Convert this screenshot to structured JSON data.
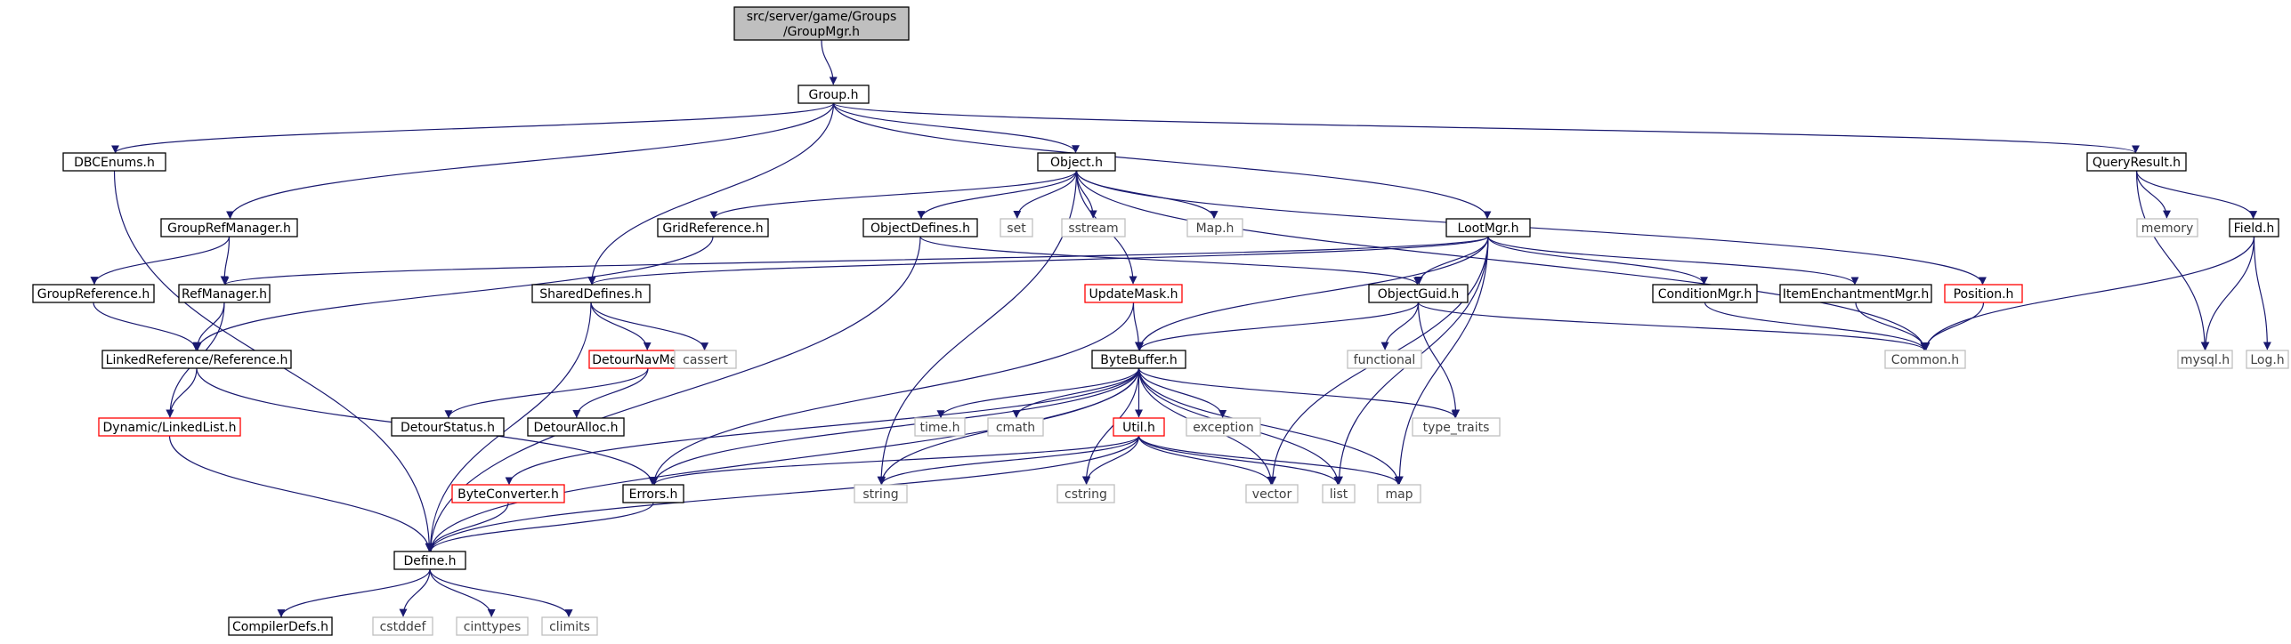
{
  "graph": {
    "colors": {
      "edge": "#191970",
      "node_border": "#000000",
      "node_border_incomplete": "#ff0000",
      "node_border_system": "#bfbfbf",
      "root_fill": "#bfbfbf",
      "text": "#000000",
      "text_system": "#404040"
    },
    "nodes": [
      {
        "id": "groupmgr",
        "lines": [
          "src/server/game/Groups",
          "/GroupMgr.h"
        ],
        "kind": "root"
      },
      {
        "id": "group",
        "lines": [
          "Group.h"
        ],
        "kind": "local"
      },
      {
        "id": "dbcenums",
        "lines": [
          "DBCEnums.h"
        ],
        "kind": "local"
      },
      {
        "id": "object",
        "lines": [
          "Object.h"
        ],
        "kind": "local"
      },
      {
        "id": "queryresult",
        "lines": [
          "QueryResult.h"
        ],
        "kind": "local"
      },
      {
        "id": "grouprefmanager",
        "lines": [
          "GroupRefManager.h"
        ],
        "kind": "local"
      },
      {
        "id": "gridreference",
        "lines": [
          "GridReference.h"
        ],
        "kind": "local"
      },
      {
        "id": "objectdefines",
        "lines": [
          "ObjectDefines.h"
        ],
        "kind": "local"
      },
      {
        "id": "set",
        "lines": [
          "set"
        ],
        "kind": "system"
      },
      {
        "id": "sstream",
        "lines": [
          "sstream"
        ],
        "kind": "system"
      },
      {
        "id": "map_h",
        "lines": [
          "Map.h"
        ],
        "kind": "system"
      },
      {
        "id": "lootmgr",
        "lines": [
          "LootMgr.h"
        ],
        "kind": "local"
      },
      {
        "id": "memory",
        "lines": [
          "memory"
        ],
        "kind": "system"
      },
      {
        "id": "field",
        "lines": [
          "Field.h"
        ],
        "kind": "local"
      },
      {
        "id": "groupreference",
        "lines": [
          "GroupReference.h"
        ],
        "kind": "local"
      },
      {
        "id": "refmanager",
        "lines": [
          "RefManager.h"
        ],
        "kind": "local"
      },
      {
        "id": "shareddefines",
        "lines": [
          "SharedDefines.h"
        ],
        "kind": "local"
      },
      {
        "id": "updatemask",
        "lines": [
          "UpdateMask.h"
        ],
        "kind": "incomplete"
      },
      {
        "id": "objectguid",
        "lines": [
          "ObjectGuid.h"
        ],
        "kind": "local"
      },
      {
        "id": "conditionmgr",
        "lines": [
          "ConditionMgr.h"
        ],
        "kind": "local"
      },
      {
        "id": "itemenchantmentmgr",
        "lines": [
          "ItemEnchantmentMgr.h"
        ],
        "kind": "local"
      },
      {
        "id": "position",
        "lines": [
          "Position.h"
        ],
        "kind": "incomplete"
      },
      {
        "id": "mysql",
        "lines": [
          "mysql.h"
        ],
        "kind": "system"
      },
      {
        "id": "log",
        "lines": [
          "Log.h"
        ],
        "kind": "system"
      },
      {
        "id": "linkedreference",
        "lines": [
          "LinkedReference/Reference.h"
        ],
        "kind": "local"
      },
      {
        "id": "detournavmesh",
        "lines": [
          "DetourNavMesh.h"
        ],
        "kind": "incomplete"
      },
      {
        "id": "cassert",
        "lines": [
          "cassert"
        ],
        "kind": "system"
      },
      {
        "id": "functional",
        "lines": [
          "functional"
        ],
        "kind": "system"
      },
      {
        "id": "bytebuffer",
        "lines": [
          "ByteBuffer.h"
        ],
        "kind": "local"
      },
      {
        "id": "common",
        "lines": [
          "Common.h"
        ],
        "kind": "system"
      },
      {
        "id": "dynamiclinkedlist",
        "lines": [
          "Dynamic/LinkedList.h"
        ],
        "kind": "incomplete"
      },
      {
        "id": "detourstatus",
        "lines": [
          "DetourStatus.h"
        ],
        "kind": "local"
      },
      {
        "id": "detouralloc",
        "lines": [
          "DetourAlloc.h"
        ],
        "kind": "local"
      },
      {
        "id": "time",
        "lines": [
          "time.h"
        ],
        "kind": "system"
      },
      {
        "id": "cmath",
        "lines": [
          "cmath"
        ],
        "kind": "system"
      },
      {
        "id": "util",
        "lines": [
          "Util.h"
        ],
        "kind": "incomplete"
      },
      {
        "id": "exception",
        "lines": [
          "exception"
        ],
        "kind": "system"
      },
      {
        "id": "type_traits",
        "lines": [
          "type_traits"
        ],
        "kind": "system"
      },
      {
        "id": "byteconverter",
        "lines": [
          "ByteConverter.h"
        ],
        "kind": "incomplete"
      },
      {
        "id": "errors",
        "lines": [
          "Errors.h"
        ],
        "kind": "local"
      },
      {
        "id": "string",
        "lines": [
          "string"
        ],
        "kind": "system"
      },
      {
        "id": "cstring",
        "lines": [
          "cstring"
        ],
        "kind": "system"
      },
      {
        "id": "vector",
        "lines": [
          "vector"
        ],
        "kind": "system"
      },
      {
        "id": "list",
        "lines": [
          "list"
        ],
        "kind": "system"
      },
      {
        "id": "map",
        "lines": [
          "map"
        ],
        "kind": "system"
      },
      {
        "id": "define",
        "lines": [
          "Define.h"
        ],
        "kind": "local"
      },
      {
        "id": "compilerdefs",
        "lines": [
          "CompilerDefs.h"
        ],
        "kind": "local"
      },
      {
        "id": "cstddef",
        "lines": [
          "cstddef"
        ],
        "kind": "system"
      },
      {
        "id": "cinttypes",
        "lines": [
          "cinttypes"
        ],
        "kind": "system"
      },
      {
        "id": "climits",
        "lines": [
          "climits"
        ],
        "kind": "system"
      }
    ],
    "edges": [
      [
        "groupmgr",
        "group"
      ],
      [
        "group",
        "dbcenums"
      ],
      [
        "group",
        "grouprefmanager"
      ],
      [
        "group",
        "shareddefines"
      ],
      [
        "group",
        "object"
      ],
      [
        "group",
        "lootmgr"
      ],
      [
        "group",
        "queryresult"
      ],
      [
        "dbcenums",
        "define"
      ],
      [
        "grouprefmanager",
        "groupreference"
      ],
      [
        "grouprefmanager",
        "refmanager"
      ],
      [
        "groupreference",
        "linkedreference"
      ],
      [
        "refmanager",
        "linkedreference"
      ],
      [
        "refmanager",
        "dynamiclinkedlist"
      ],
      [
        "linkedreference",
        "dynamiclinkedlist"
      ],
      [
        "linkedreference",
        "errors"
      ],
      [
        "dynamiclinkedlist",
        "define"
      ],
      [
        "object",
        "gridreference"
      ],
      [
        "object",
        "objectdefines"
      ],
      [
        "object",
        "set"
      ],
      [
        "object",
        "sstream"
      ],
      [
        "object",
        "map_h"
      ],
      [
        "object",
        "updatemask"
      ],
      [
        "object",
        "string"
      ],
      [
        "object",
        "position"
      ],
      [
        "object",
        "common"
      ],
      [
        "gridreference",
        "linkedreference"
      ],
      [
        "objectdefines",
        "objectguid"
      ],
      [
        "objectdefines",
        "define"
      ],
      [
        "lootmgr",
        "refmanager"
      ],
      [
        "lootmgr",
        "shareddefines"
      ],
      [
        "lootmgr",
        "bytebuffer"
      ],
      [
        "lootmgr",
        "objectguid"
      ],
      [
        "lootmgr",
        "conditionmgr"
      ],
      [
        "lootmgr",
        "itemenchantmentmgr"
      ],
      [
        "lootmgr",
        "vector"
      ],
      [
        "lootmgr",
        "list"
      ],
      [
        "lootmgr",
        "map"
      ],
      [
        "queryresult",
        "memory"
      ],
      [
        "queryresult",
        "field"
      ],
      [
        "queryresult",
        "mysql"
      ],
      [
        "field",
        "mysql"
      ],
      [
        "field",
        "log"
      ],
      [
        "field",
        "common"
      ],
      [
        "shareddefines",
        "detournavmesh"
      ],
      [
        "shareddefines",
        "cassert"
      ],
      [
        "shareddefines",
        "define"
      ],
      [
        "detournavmesh",
        "detourstatus"
      ],
      [
        "detournavmesh",
        "detouralloc"
      ],
      [
        "updatemask",
        "bytebuffer"
      ],
      [
        "updatemask",
        "errors"
      ],
      [
        "objectguid",
        "bytebuffer"
      ],
      [
        "objectguid",
        "functional"
      ],
      [
        "objectguid",
        "type_traits"
      ],
      [
        "objectguid",
        "common"
      ],
      [
        "conditionmgr",
        "common"
      ],
      [
        "itemenchantmentmgr",
        "common"
      ],
      [
        "position",
        "common"
      ],
      [
        "bytebuffer",
        "errors"
      ],
      [
        "bytebuffer",
        "define"
      ],
      [
        "bytebuffer",
        "byteconverter"
      ],
      [
        "bytebuffer",
        "string"
      ],
      [
        "bytebuffer",
        "time"
      ],
      [
        "bytebuffer",
        "cmath"
      ],
      [
        "bytebuffer",
        "util"
      ],
      [
        "bytebuffer",
        "cstring"
      ],
      [
        "bytebuffer",
        "exception"
      ],
      [
        "bytebuffer",
        "vector"
      ],
      [
        "bytebuffer",
        "list"
      ],
      [
        "bytebuffer",
        "map"
      ],
      [
        "bytebuffer",
        "type_traits"
      ],
      [
        "util",
        "errors"
      ],
      [
        "util",
        "define"
      ],
      [
        "util",
        "string"
      ],
      [
        "util",
        "cstring"
      ],
      [
        "util",
        "vector"
      ],
      [
        "util",
        "list"
      ],
      [
        "util",
        "map"
      ],
      [
        "byteconverter",
        "define"
      ],
      [
        "errors",
        "define"
      ],
      [
        "define",
        "compilerdefs"
      ],
      [
        "define",
        "cstddef"
      ],
      [
        "define",
        "cinttypes"
      ],
      [
        "define",
        "climits"
      ]
    ]
  }
}
